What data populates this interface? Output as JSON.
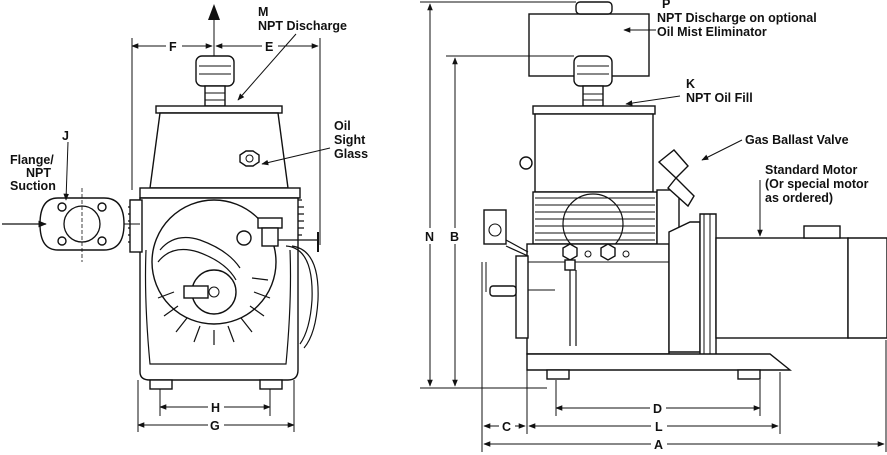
{
  "diagram": {
    "left_view": {
      "callouts": {
        "m_letter": "M",
        "m_text": "NPT Discharge",
        "j_letter": "J",
        "flange_line1": "Flange/",
        "flange_line2": "NPT",
        "flange_line3": "Suction",
        "oil_line1": "Oil",
        "oil_line2": "Sight",
        "oil_line3": "Glass"
      },
      "dimensions": {
        "f": "F",
        "e": "E",
        "h": "H",
        "g": "G"
      }
    },
    "right_view": {
      "callouts": {
        "p_letter": "P",
        "p_line1": "NPT Discharge on optional",
        "p_line2": "Oil Mist  Eliminator",
        "k_letter": "K",
        "k_text": "NPT Oil Fill",
        "gas_ballast": "Gas Ballast Valve",
        "motor_line1": "Standard Motor",
        "motor_line2": "(Or special motor",
        "motor_line3": "as ordered)"
      },
      "dimensions": {
        "n": "N",
        "b": "B",
        "d": "D",
        "c": "C",
        "l": "L",
        "a": "A"
      }
    },
    "colors": {
      "ink": "#111111",
      "paper": "#ffffff",
      "shade": "#dddddd"
    }
  }
}
